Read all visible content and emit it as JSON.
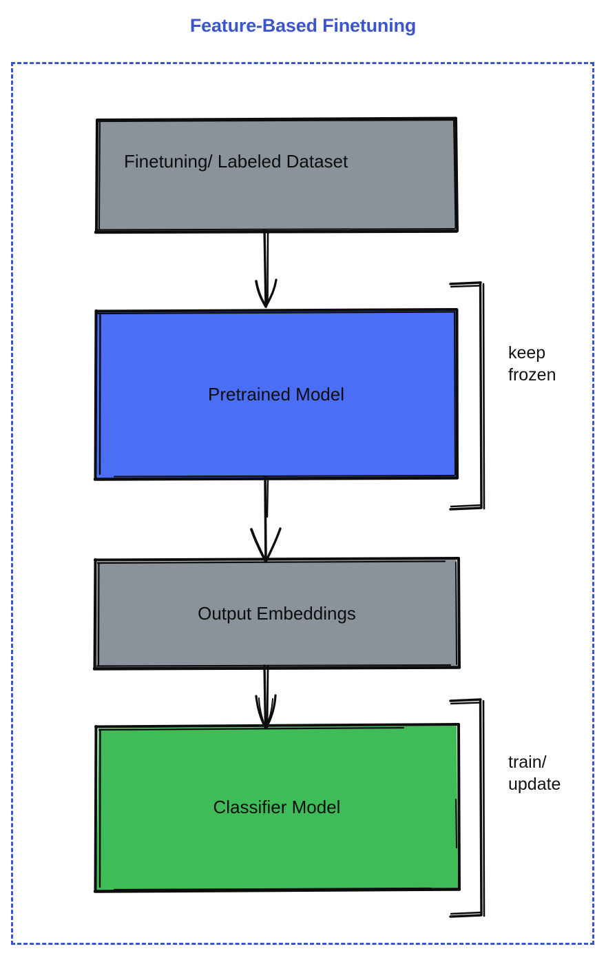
{
  "title": "Feature-Based Finetuning",
  "colors": {
    "title": "#3b55cc",
    "frame_border": "#3b55cc",
    "gray_node": "#8a939b",
    "blue_node": "#4a6ef5",
    "green_node": "#3fbc57",
    "stroke": "#0d0d0d",
    "text": "#0d0d0d"
  },
  "nodes": [
    {
      "id": "dataset",
      "label": "Finetuning/ Labeled Dataset",
      "fill": "#8a939b"
    },
    {
      "id": "pretrained",
      "label": "Pretrained Model",
      "fill": "#4a6ef5"
    },
    {
      "id": "embeddings",
      "label": "Output Embeddings",
      "fill": "#8a939b"
    },
    {
      "id": "classifier",
      "label": "Classifier Model",
      "fill": "#3fbc57"
    }
  ],
  "edges": [
    {
      "id": "edge-1",
      "from": "dataset",
      "to": "pretrained",
      "style": "arrow-down"
    },
    {
      "id": "edge-2",
      "from": "pretrained",
      "to": "embeddings",
      "style": "arrow-down"
    },
    {
      "id": "edge-3",
      "from": "embeddings",
      "to": "classifier",
      "style": "arrow-down"
    }
  ],
  "annotations": [
    {
      "id": "frozen",
      "text": "keep\nfrozen",
      "target": "pretrained"
    },
    {
      "id": "train",
      "text": "train/\nupdate",
      "target": "classifier"
    }
  ]
}
